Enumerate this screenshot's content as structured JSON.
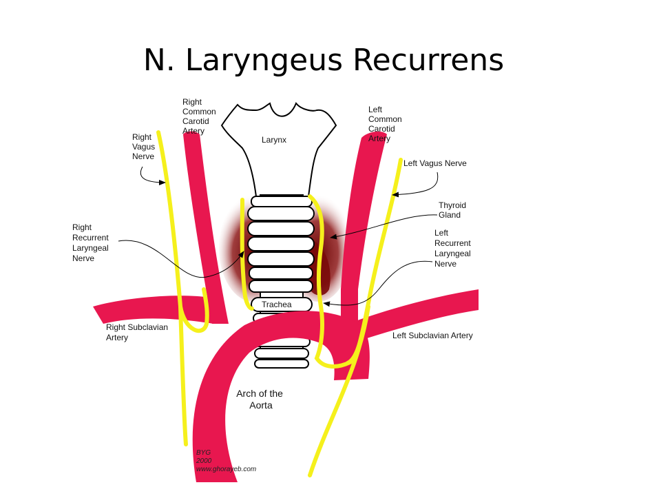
{
  "title": "N. Laryngeus Recurrens",
  "labels": {
    "right_common_carotid": [
      "Right",
      "Common",
      "Carotid",
      "Artery"
    ],
    "right_vagus": [
      "Right",
      "Vagus",
      "Nerve"
    ],
    "larynx": "Larynx",
    "left_common_carotid": [
      "Left",
      "Common",
      "Carotid",
      "Artery"
    ],
    "left_vagus": "Left Vagus Nerve",
    "thyroid": [
      "Thyroid",
      "Gland"
    ],
    "right_recurrent": [
      "Right",
      "Recurrent",
      "Laryngeal",
      "Nerve"
    ],
    "left_recurrent": [
      "Left",
      "Recurrent",
      "Laryngeal",
      "Nerve"
    ],
    "trachea": "Trachea",
    "right_subclavian": [
      "Right Subclavian",
      "Artery"
    ],
    "left_subclavian": "Left Subclavian Artery",
    "aorta": [
      "Arch of the",
      "Aorta"
    ],
    "credit": [
      "BYG",
      "2000",
      "www.ghorayeb.com"
    ]
  },
  "colors": {
    "artery": "#e8174f",
    "nerve": "#f5f01c",
    "thyroid": "#7a0a0a"
  }
}
